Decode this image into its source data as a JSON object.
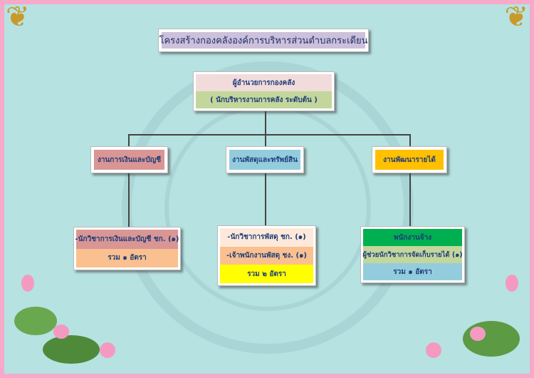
{
  "title": "โครงสร้างกองคลังองค์การบริหารส่วนตำบลกระเดียน",
  "head": {
    "position": "ผู้อำนวยการกองคลัง",
    "level": "( นักบริหารงานการคลัง ระดับต้น )"
  },
  "divisions": [
    {
      "name": "งานการเงินและบัญชี",
      "color": "#d99694",
      "staff": [
        "-นักวิชาการเงินและบัญชี ชก. (๑)"
      ],
      "staff_colors": [
        "#d99694"
      ],
      "total": "รวม ๑ อัตรา",
      "total_color": "#fac090"
    },
    {
      "name": "งานพัสดุและทรัพย์สิน",
      "color": "#93cddd",
      "staff": [
        "-นักวิชาการพัสดุ ชก. (๑)",
        "-เจ้าพนักงานพัสดุ ชง. (๑)"
      ],
      "staff_colors": [
        "#fde9d9",
        "#fac090"
      ],
      "total": "รวม ๒ อัตรา",
      "total_color": "#ffff00"
    },
    {
      "name": "งานพัฒนารายได้",
      "color": "#ffc000",
      "staff": [
        "พนักงานจ้าง",
        "ผู้ช่วยนักวิชาการจัดเก็บรายได้ (๑)"
      ],
      "staff_colors": [
        "#00b050",
        "#c3d69b"
      ],
      "total": "รวม ๑ อัตรา",
      "total_color": "#93cddd"
    }
  ]
}
